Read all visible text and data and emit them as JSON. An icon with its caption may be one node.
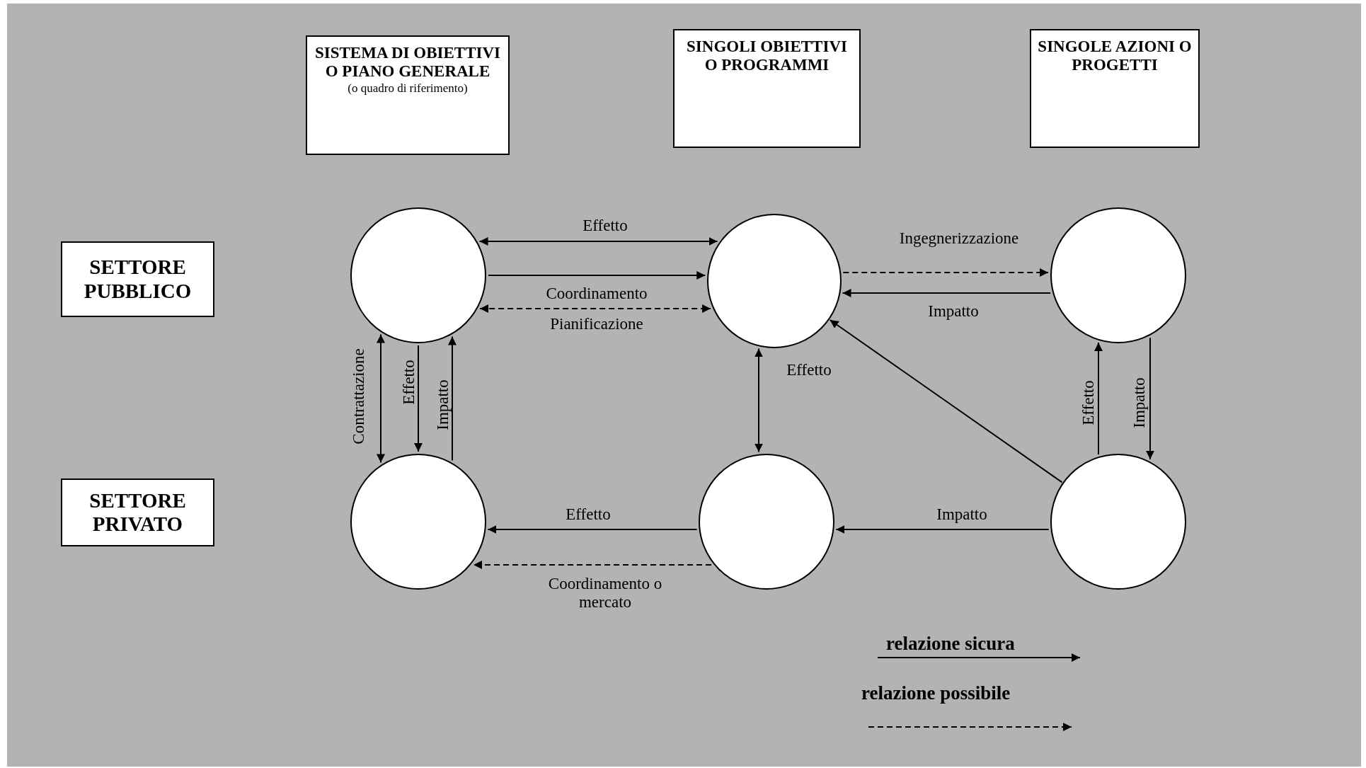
{
  "diagram": {
    "nodes": [
      {
        "text": [
          "SISTEMA DI OBIETTIVI O PIANO GENERALE",
          "(o quadro di riferimento)"
        ]
      },
      {
        "text": [
          "SINGOLI OBIETTIVI O PROGRAMMI"
        ]
      },
      {
        "text": [
          "SINGOLE AZIONI O PROGETTI"
        ]
      },
      {
        "text": [
          "SETTORE PUBBLICO"
        ]
      },
      {
        "text": [
          "SETTORE PRIVATO"
        ]
      },
      {
        "text": [],
        "shape": "circle"
      },
      {
        "text": [],
        "shape": "circle"
      },
      {
        "text": [],
        "shape": "circle"
      },
      {
        "text": [],
        "shape": "circle"
      },
      {
        "text": [],
        "shape": "circle"
      },
      {
        "text": [],
        "shape": "circle"
      }
    ],
    "edges": [
      {
        "from": 5,
        "to": 6,
        "arrow": "both",
        "label": "Effetto"
      },
      {
        "from": 5,
        "to": 6,
        "arrow": "to",
        "label": "Coordinamento"
      },
      {
        "from": 5,
        "to": 6,
        "arrow": "both",
        "label": "Pianificazione",
        "style": "dashed"
      },
      {
        "from": 6,
        "to": 7,
        "arrow": "to",
        "label": "Ingegnerizzazione",
        "style": "dashed"
      },
      {
        "from": 7,
        "to": 6,
        "arrow": "to",
        "label": "Impatto"
      },
      {
        "from": 5,
        "to": 8,
        "arrow": "both",
        "label": "Contrattazione"
      },
      {
        "from": 5,
        "to": 8,
        "arrow": "to",
        "label": "Effetto"
      },
      {
        "from": 8,
        "to": 5,
        "arrow": "to",
        "label": "Impatto"
      },
      {
        "from": 6,
        "to": 9,
        "arrow": "both",
        "label": "Effetto"
      },
      {
        "from": 10,
        "to": 6,
        "arrow": "to"
      },
      {
        "from": 7,
        "to": 10,
        "arrow": "to",
        "label": "Impatto"
      },
      {
        "from": 10,
        "to": 7,
        "arrow": "to",
        "label": "Effetto"
      },
      {
        "from": 9,
        "to": 8,
        "arrow": "to",
        "label": "Effetto"
      },
      {
        "from": 9,
        "to": 8,
        "arrow": "to",
        "label": "Coordinamento o mercato",
        "style": "dashed"
      },
      {
        "from": 10,
        "to": 9,
        "arrow": "to",
        "label": "Impatto"
      }
    ],
    "legend": [
      {
        "text": "relazione sicura"
      },
      {
        "text": "relazione possibile"
      }
    ]
  }
}
